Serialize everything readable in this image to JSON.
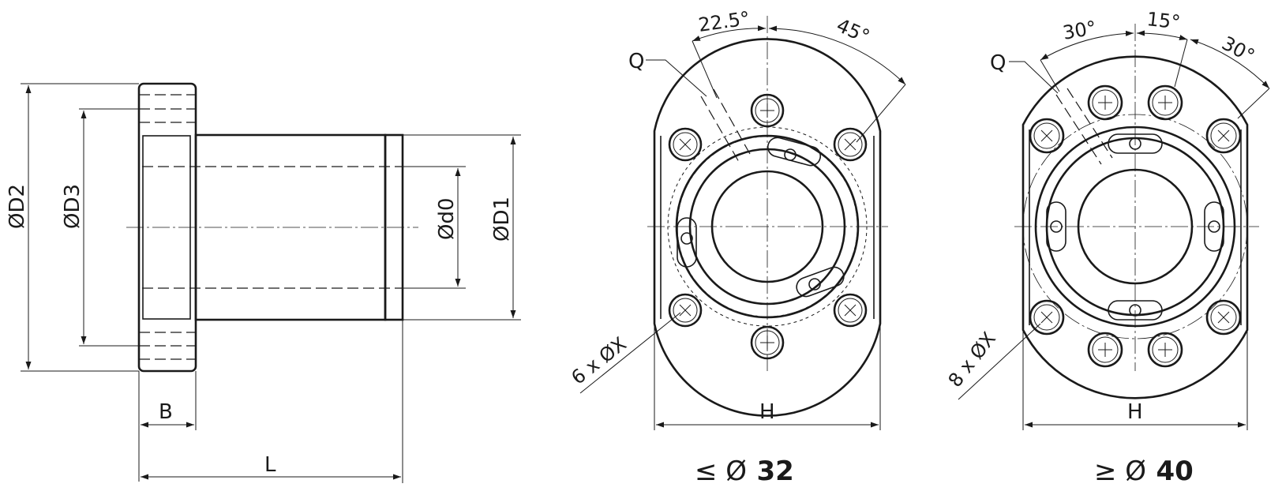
{
  "side_view": {
    "dim_D2": "ØD2",
    "dim_D3": "ØD3",
    "dim_d0": "Ød0",
    "dim_D1": "ØD1",
    "dim_B": "B",
    "dim_L": "L"
  },
  "front_small": {
    "angle_a": "22.5°",
    "angle_b": "45°",
    "label_q": "Q",
    "holes": "6 x ØX",
    "dim_h": "H",
    "caption_symbol": "≤ Ø",
    "caption_value": "32"
  },
  "front_large": {
    "angle_a": "30°",
    "angle_b": "15°",
    "angle_c": "30°",
    "label_q": "Q",
    "holes": "8 x ØX",
    "dim_h": "H",
    "caption_symbol": "≥ Ø",
    "caption_value": "40"
  }
}
